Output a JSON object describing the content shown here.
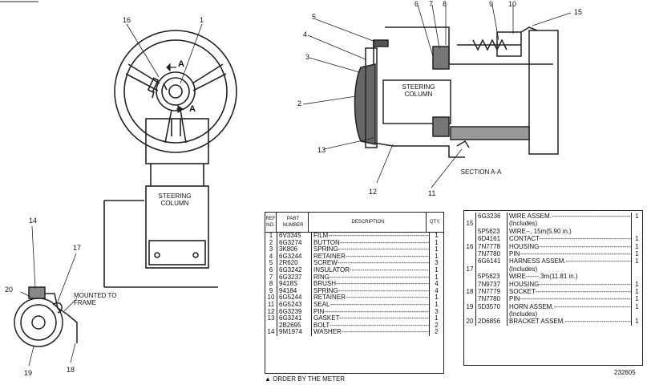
{
  "labels": {
    "l1": "1",
    "l2": "2",
    "l3": "3",
    "l4": "4",
    "l5": "5",
    "l6": "6",
    "l7": "7",
    "l8": "8",
    "l9": "9",
    "l10": "10",
    "l11": "11",
    "l12": "12",
    "l13": "13",
    "l14": "14",
    "l15": "15",
    "l16": "16",
    "l17": "17",
    "l18": "18",
    "l19": "19",
    "l20": "20",
    "a_top": "A",
    "a_bottom": "A"
  },
  "captions": {
    "steering_column_left": "STEERING\nCOLUMN",
    "steering_column_right": "STEERING\nCOLUMN",
    "mounted_to_frame": "MOUNTED TO\nFRAME",
    "section": "SECTION A-A"
  },
  "table1": {
    "headers": {
      "ref": "REF NO.",
      "part": "PART NUMBER",
      "desc": "DESCRIPTION",
      "qty": "QTY."
    },
    "rows": [
      {
        "ref": "1",
        "part": "6V3345",
        "desc": "FILM",
        "qty": "1"
      },
      {
        "ref": "2",
        "part": "6G3274",
        "desc": "BUTTON",
        "qty": "1"
      },
      {
        "ref": "3",
        "part": "3K806",
        "desc": "SPRING",
        "qty": "1"
      },
      {
        "ref": "4",
        "part": "6G3244",
        "desc": "RETAINER",
        "qty": "1"
      },
      {
        "ref": "5",
        "part": "2R620",
        "desc": "SCREW",
        "qty": "3"
      },
      {
        "ref": "6",
        "part": "6G3242",
        "desc": "INSULATOR",
        "qty": "1"
      },
      {
        "ref": "7",
        "part": "6G3237",
        "desc": "RING",
        "qty": "1"
      },
      {
        "ref": "8",
        "part": "9418S",
        "desc": "BRUSH",
        "qty": "4"
      },
      {
        "ref": "9",
        "part": "94184",
        "desc": "SPRING",
        "qty": "4"
      },
      {
        "ref": "10",
        "part": "6G5244",
        "desc": "RETAINER",
        "qty": "1"
      },
      {
        "ref": "11",
        "part": "6G5243",
        "desc": "SEAL",
        "qty": "1"
      },
      {
        "ref": "12",
        "part": "6G3239",
        "desc": "PIN",
        "qty": "3"
      },
      {
        "ref": "13",
        "part": "6G3241",
        "desc": "GASKET",
        "qty": "1"
      },
      {
        "ref": "",
        "part": "2B2695",
        "desc": "BOLT",
        "qty": "2"
      },
      {
        "ref": "14",
        "part": "9M1974",
        "desc": "WASHER",
        "qty": "2"
      }
    ],
    "footnote": "▲ ORDER BY THE METER"
  },
  "table2": {
    "rows": [
      {
        "ref": "",
        "part": "6G3236",
        "desc": "WIRE ASSEM.",
        "qty": "1"
      },
      {
        "ref": "15",
        "part": "",
        "desc": "(Includes)",
        "qty": ""
      },
      {
        "ref": "",
        "part": "5P5623",
        "desc": "WIRE--, 15m(5.90 in.)",
        "qty": ""
      },
      {
        "ref": "",
        "part": "6D4161",
        "desc": "CONTACT",
        "qty": "1"
      },
      {
        "ref": "16",
        "part": "7N7778",
        "desc": "HOUSING",
        "qty": "1"
      },
      {
        "ref": "",
        "part": "7N7780",
        "desc": "PIN",
        "qty": "1"
      },
      {
        "ref": "",
        "part": "6G6141",
        "desc": "HARNESS ASSEM.",
        "qty": "1"
      },
      {
        "ref": "17",
        "part": "",
        "desc": "(Includes)",
        "qty": ""
      },
      {
        "ref": "",
        "part": "5P5623",
        "desc": "WIRE------.3m(11.81 in.)",
        "qty": ""
      },
      {
        "ref": "",
        "part": "7N9737",
        "desc": "HOUSING",
        "qty": "1"
      },
      {
        "ref": "18",
        "part": "7N7779",
        "desc": "SOCKET",
        "qty": "1"
      },
      {
        "ref": "",
        "part": "7N7780",
        "desc": "PIN",
        "qty": "1"
      },
      {
        "ref": "19",
        "part": "5D3570",
        "desc": "HORN ASSEM.",
        "qty": "1"
      },
      {
        "ref": "",
        "part": "",
        "desc": "(Includes)",
        "qty": ""
      },
      {
        "ref": "20",
        "part": "2D6856",
        "desc": "BRACKET ASSEM.",
        "qty": "1"
      }
    ],
    "figure_no": "232605"
  }
}
